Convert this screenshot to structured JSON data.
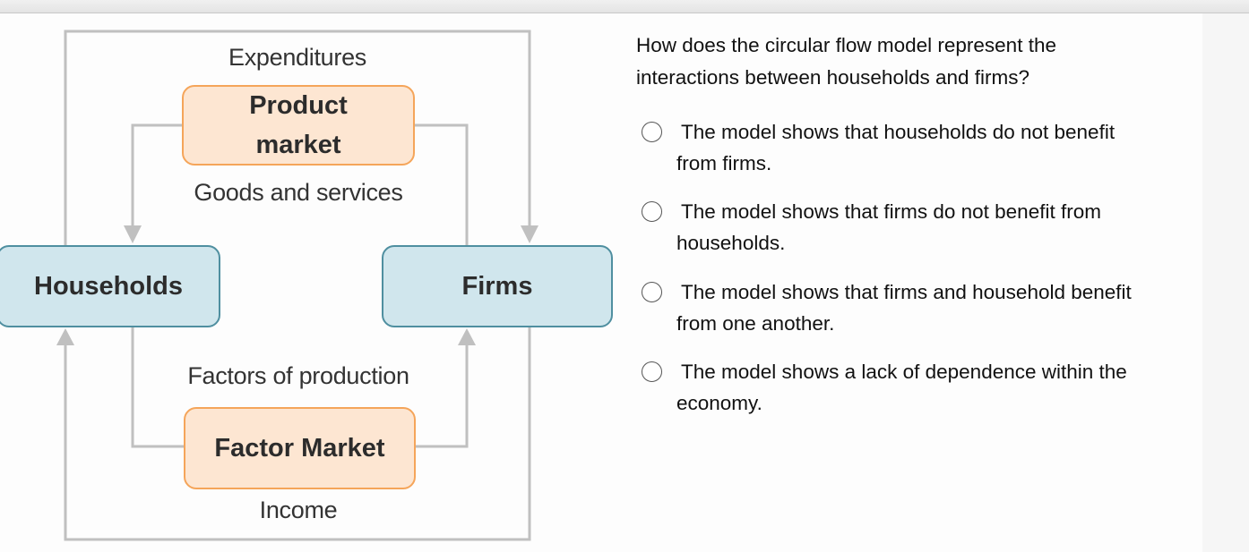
{
  "diagram": {
    "labels": {
      "expenditures": "Expenditures",
      "goods_services": "Goods and services",
      "factors": "Factors of production",
      "income": "Income"
    },
    "boxes": {
      "product_market_line1": "Product",
      "product_market_line2": "market",
      "households": "Households",
      "firms": "Firms",
      "factor_market": "Factor Market"
    },
    "colors": {
      "market_fill": "#fde6d2",
      "market_border": "#f5a55a",
      "agent_fill": "#d0e6ed",
      "agent_border": "#4f8fa0",
      "arrow": "#c0c0c0"
    }
  },
  "question": {
    "line1": "How does the circular flow model represent the",
    "line2": "interactions between households and firms?",
    "options": [
      {
        "line1": "The model shows that households do not benefit",
        "line2": "from firms."
      },
      {
        "line1": "The model shows that firms do not benefit from",
        "line2": "households."
      },
      {
        "line1": "The model shows that firms and household benefit",
        "line2": "from one another."
      },
      {
        "line1": "The model shows a lack of dependence within the",
        "line2": "economy."
      }
    ]
  }
}
